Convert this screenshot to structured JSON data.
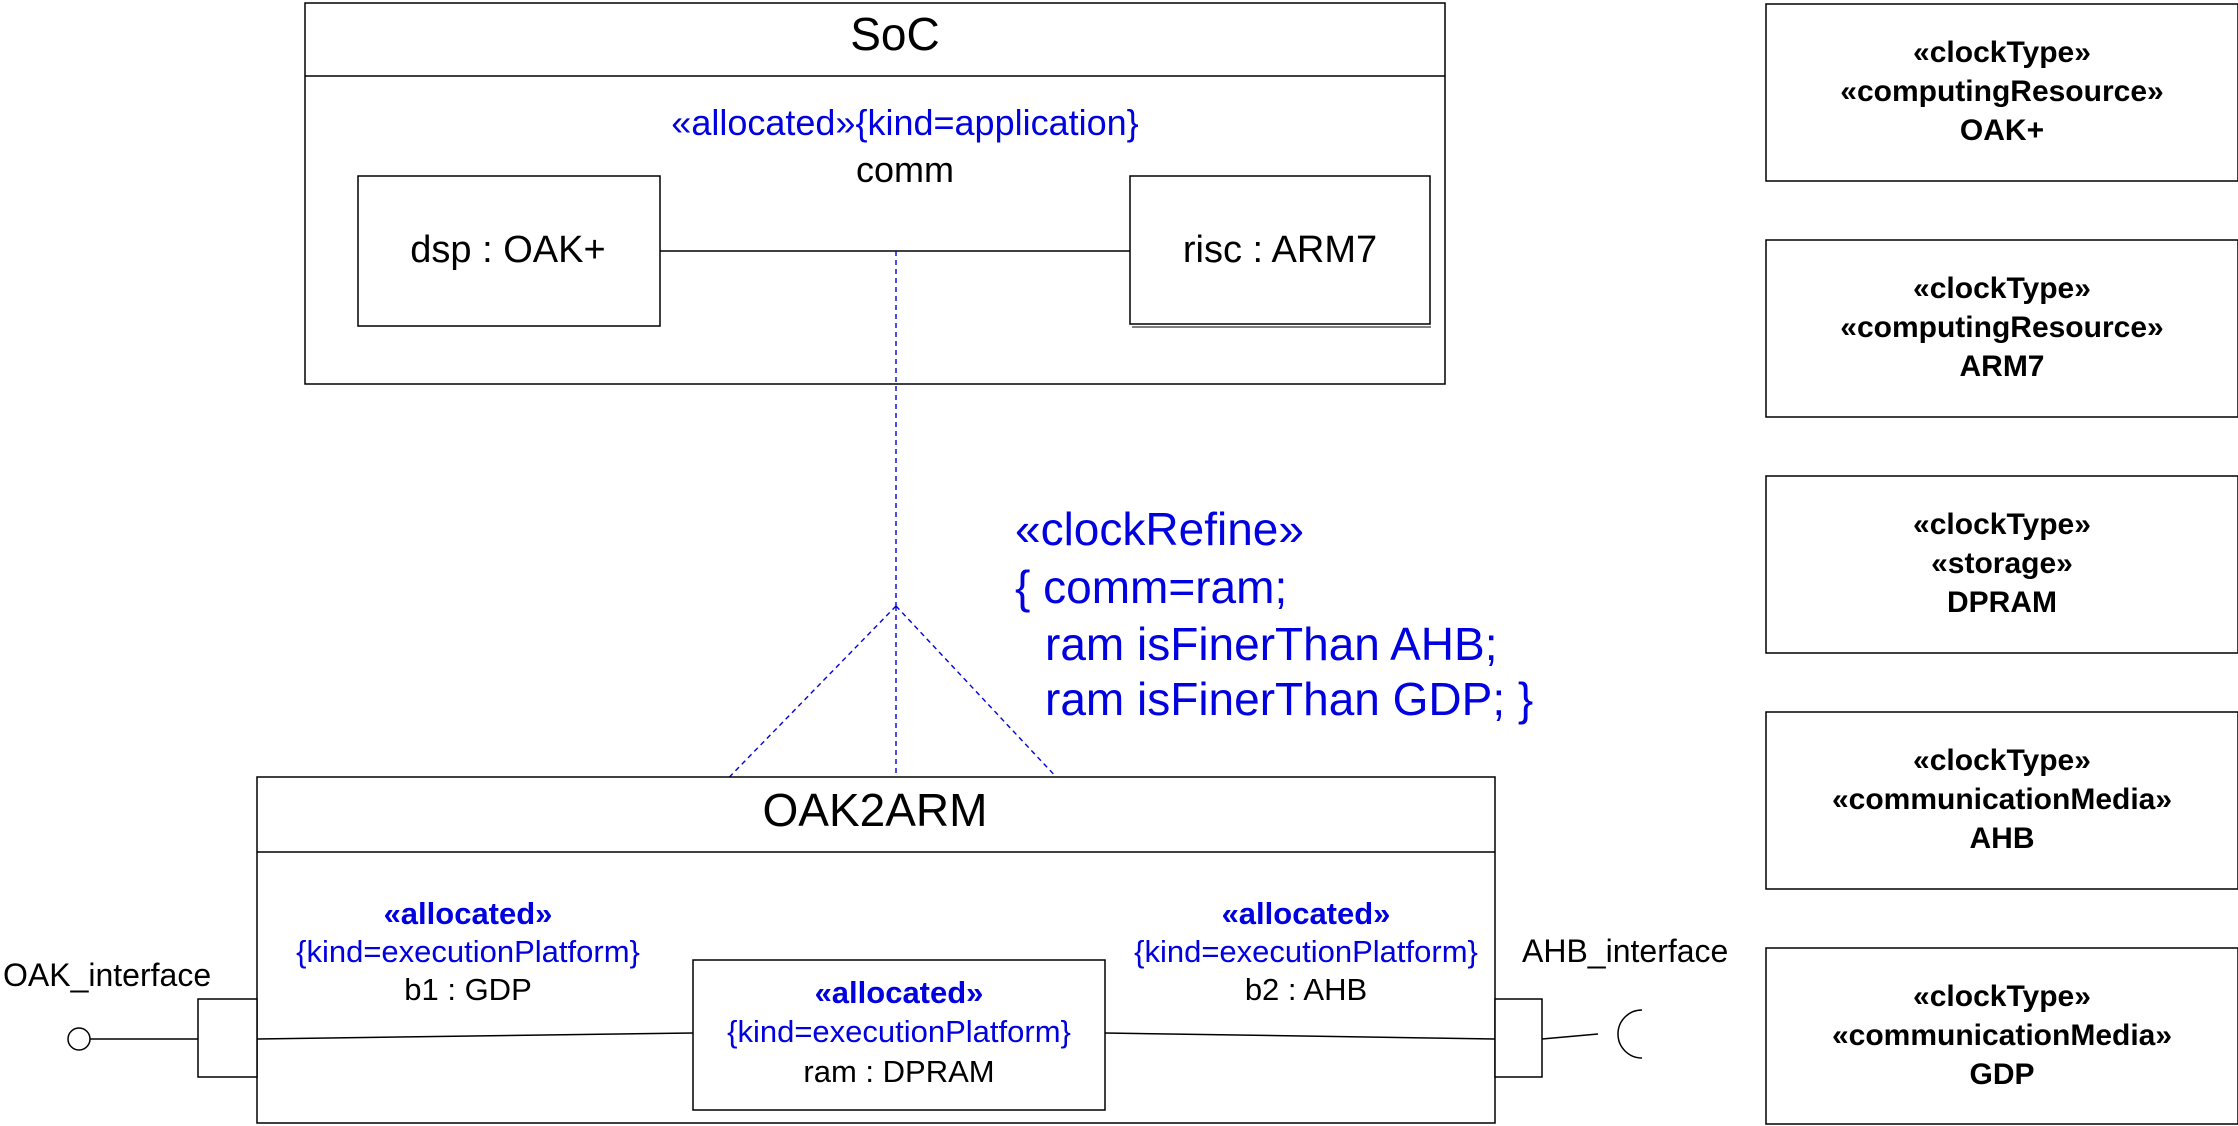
{
  "colors": {
    "stereotype": "#0000e0",
    "line": "#000000",
    "dependency": "#0000e0"
  },
  "soc": {
    "title": "SoC",
    "allocated_stereo": "«allocated»{kind=application}",
    "connector_name": "comm",
    "dsp_part": "dsp : OAK+",
    "risc_part": "risc : ARM7"
  },
  "clock_refine": {
    "stereotype": "«clockRefine»",
    "lines": [
      "{ comm=ram;",
      "ram isFinerThan AHB;",
      "ram isFinerThan GDP; }"
    ]
  },
  "oak2arm": {
    "title": "OAK2ARM",
    "b1": {
      "stereo": "«allocated»",
      "kind": "{kind=executionPlatform}",
      "name": "b1 : GDP"
    },
    "ram": {
      "stereo": "«allocated»",
      "kind": "{kind=executionPlatform}",
      "name": "ram : DPRAM"
    },
    "b2": {
      "stereo": "«allocated»",
      "kind": "{kind=executionPlatform}",
      "name": "b2 : AHB"
    },
    "oak_interface": "OAK_interface",
    "ahb_interface": "AHB_interface"
  },
  "clock_types": [
    {
      "stereo1": "«clockType»",
      "stereo2": "«computingResource»",
      "name": "OAK+"
    },
    {
      "stereo1": "«clockType»",
      "stereo2": "«computingResource»",
      "name": "ARM7"
    },
    {
      "stereo1": "«clockType»",
      "stereo2": "«storage»",
      "name": "DPRAM"
    },
    {
      "stereo1": "«clockType»",
      "stereo2": "«communicationMedia»",
      "name": "AHB"
    },
    {
      "stereo1": "«clockType»",
      "stereo2": "«communicationMedia»",
      "name": "GDP"
    }
  ]
}
